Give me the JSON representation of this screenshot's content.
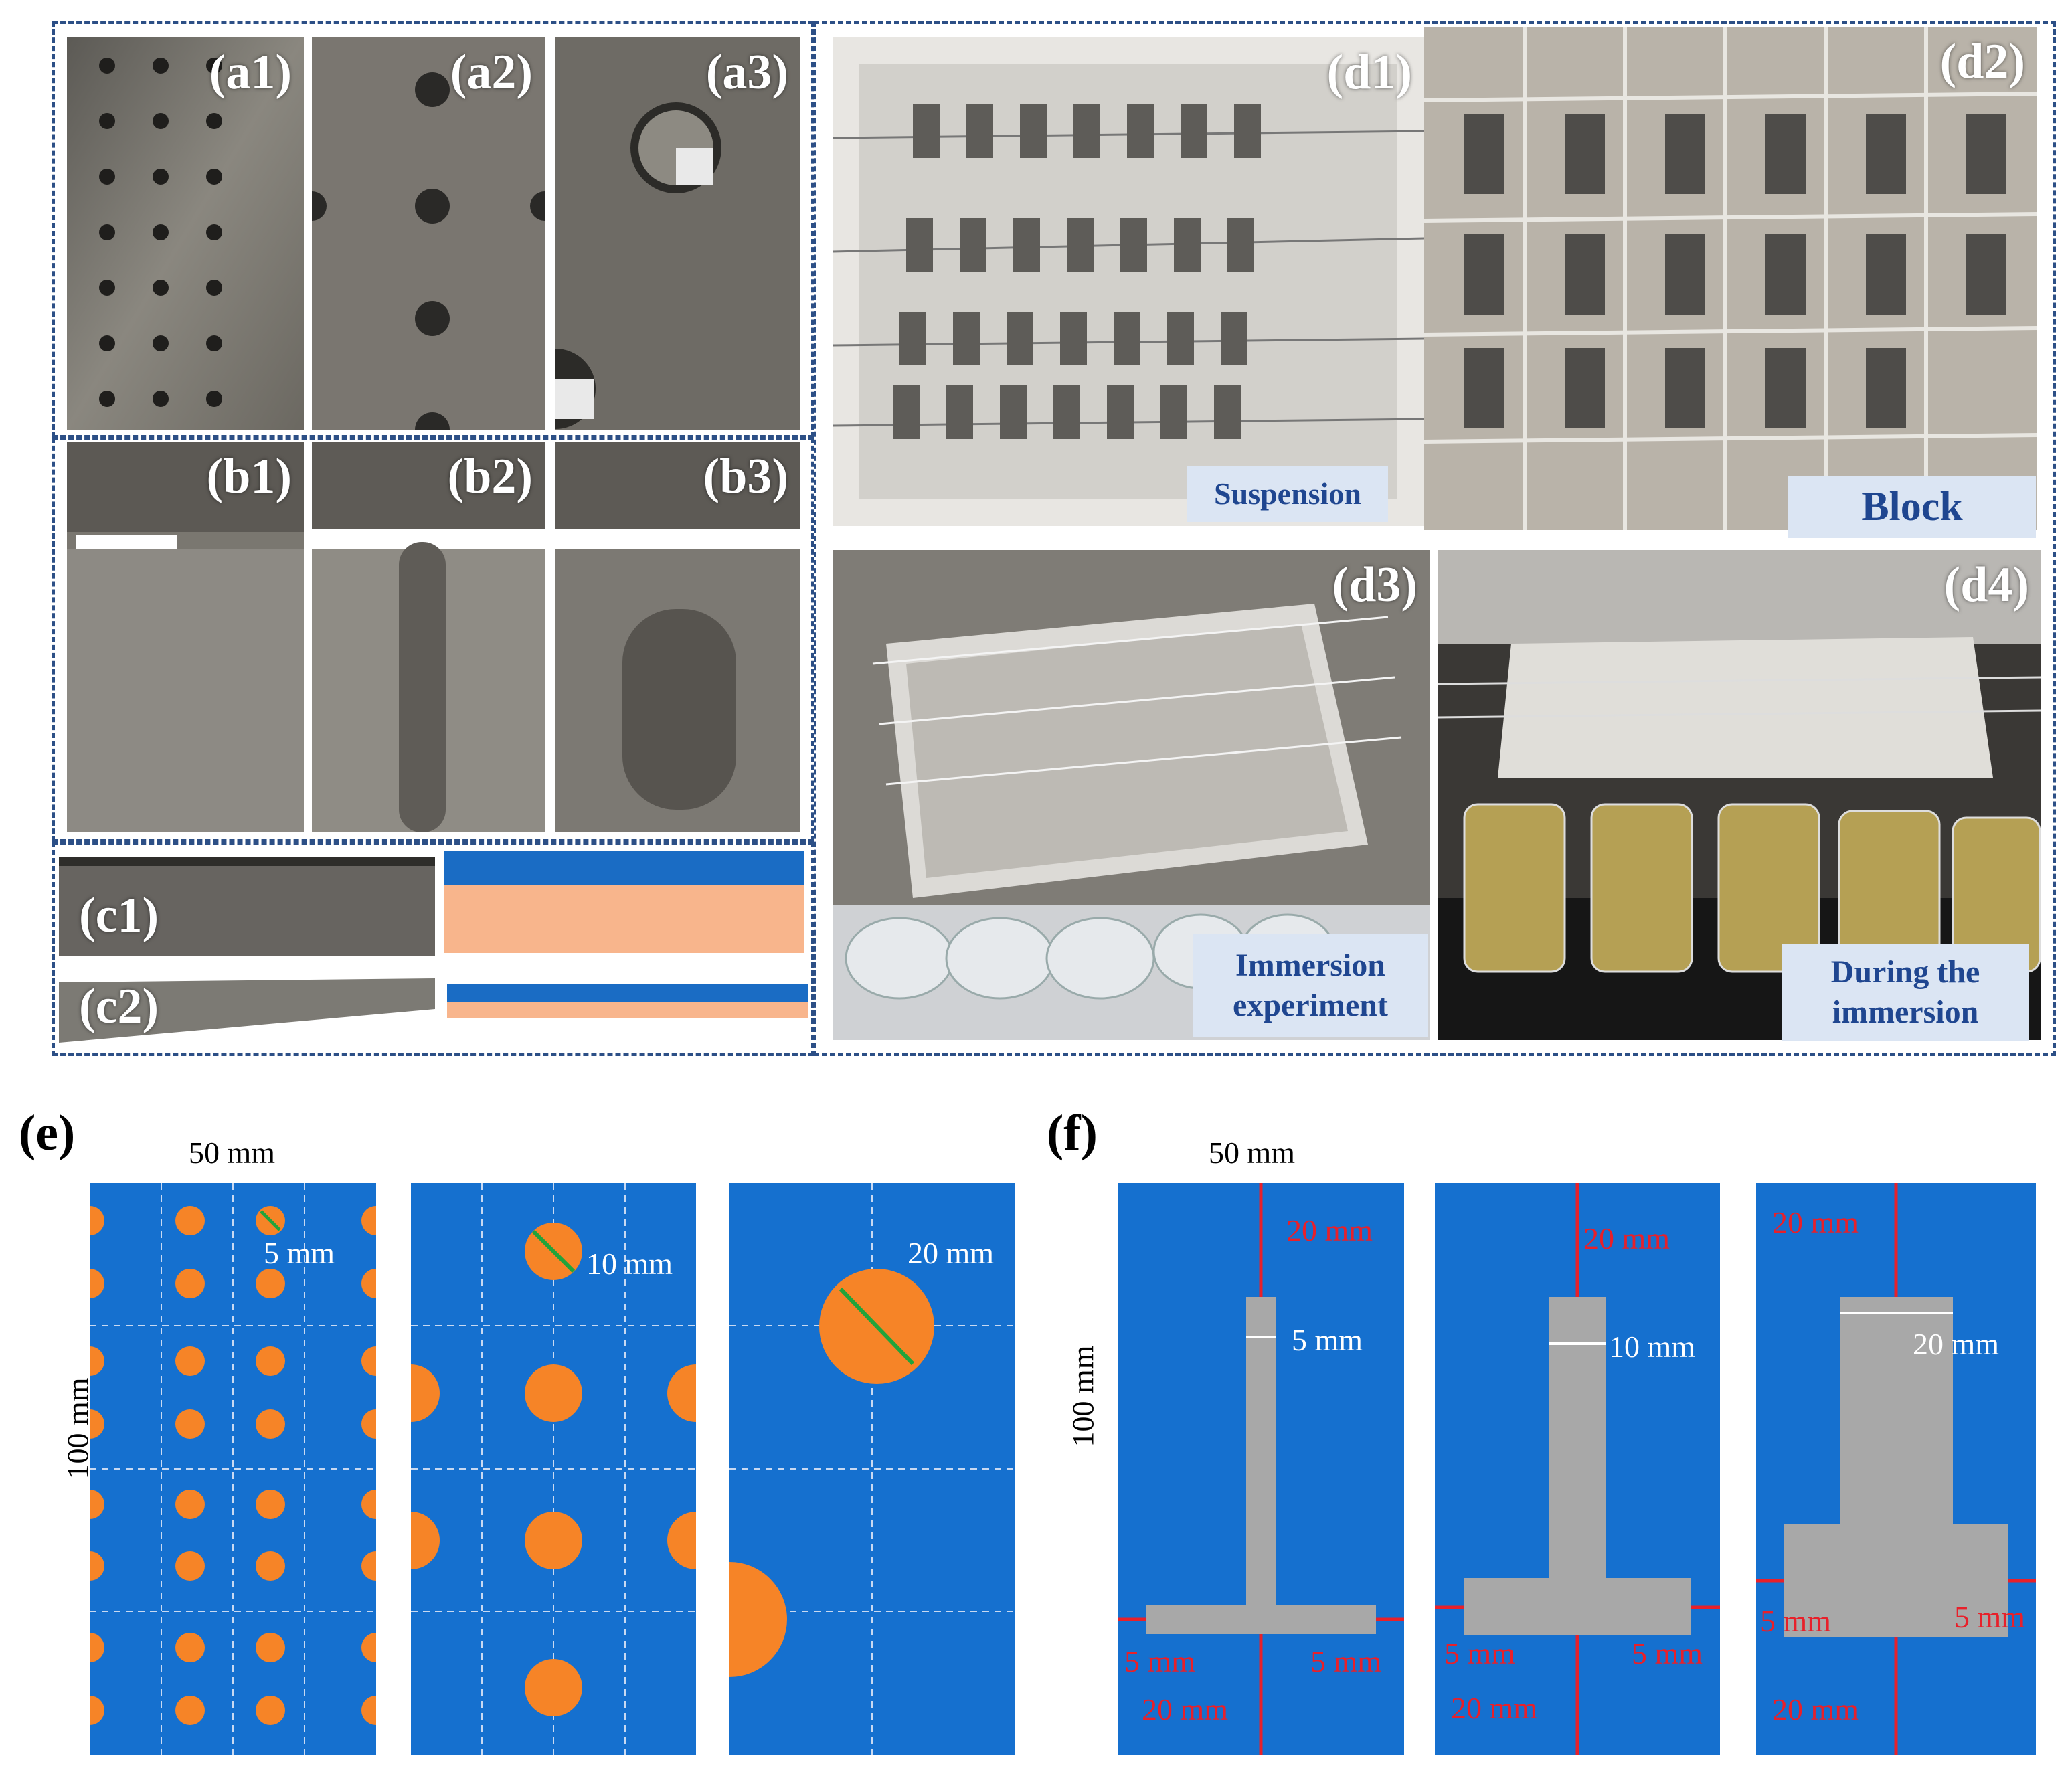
{
  "panels": {
    "a1": "(a1)",
    "a2": "(a2)",
    "a3": "(a3)",
    "b1": "(b1)",
    "b2": "(b2)",
    "b3": "(b3)",
    "c1": "(c1)",
    "c2": "(c2)",
    "d1": "(d1)",
    "d2": "(d2)",
    "d3": "(d3)",
    "d4": "(d4)"
  },
  "captions": {
    "d1": "Suspension",
    "d2": "Block",
    "d3_line1": "Immersion",
    "d3_line2": "experiment",
    "d4_line1": "During the",
    "d4_line2": "immersion"
  },
  "figure_e": {
    "label": "(e)",
    "width_label": "50 mm",
    "height_label": "100 mm",
    "diameters": [
      "5 mm",
      "10 mm",
      "20 mm"
    ]
  },
  "figure_f": {
    "label": "(f)",
    "width_label": "50 mm",
    "height_label": "100 mm",
    "panels": [
      {
        "top": "20 mm",
        "width": "5 mm",
        "left": "5 mm",
        "right": "5 mm",
        "bottom": "20 mm"
      },
      {
        "top": "20 mm",
        "width": "10 mm",
        "left": "5 mm",
        "right": "5 mm",
        "bottom": "20 mm"
      },
      {
        "top": "20 mm",
        "width": "20 mm",
        "left": "5 mm",
        "right": "5 mm",
        "bottom": "20 mm"
      }
    ]
  },
  "colors": {
    "blue": "#1570cf",
    "orange": "#f68427",
    "gray": "#a8a8a8",
    "red": "#e8202a",
    "green": "#22a33b",
    "peach": "#f8b58c",
    "stripe_blue": "#1a6cc4",
    "dash": "#2c4f86",
    "caption_bg": "#dbe5f3",
    "caption_text": "#1f4690"
  }
}
